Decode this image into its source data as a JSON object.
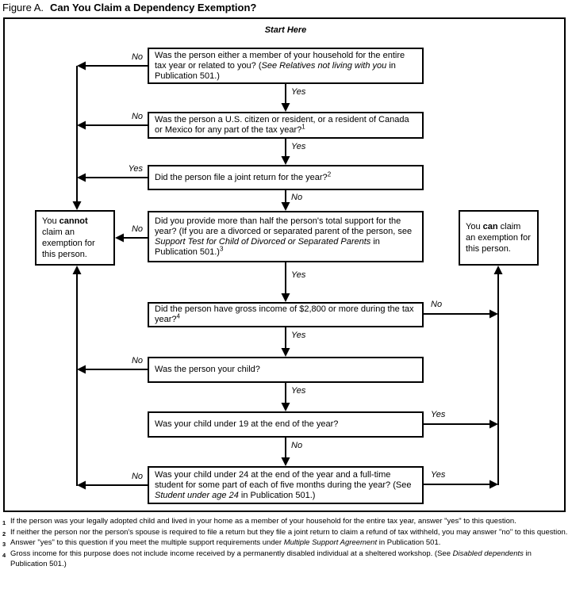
{
  "title": {
    "prefix": "Figure A.",
    "main": "Can You Claim a Dependency Exemption?"
  },
  "start_here": "Start Here",
  "questions": [
    {
      "name": "household",
      "segments": [
        {
          "t": "Was the person either a member of your household for the entire tax year or related to you? ("
        },
        {
          "t": "See Relatives not living with you",
          "i": true
        },
        {
          "t": " in Publication 501.)"
        }
      ]
    },
    {
      "name": "citizen",
      "segments": [
        {
          "t": "Was the person a U.S. citizen or resident, or a resident of Canada or Mexico for any part of the tax year?"
        },
        {
          "t": "1",
          "s": true
        }
      ]
    },
    {
      "name": "joint-return",
      "segments": [
        {
          "t": "Did the person file a joint return for the year?"
        },
        {
          "t": "2",
          "s": true
        }
      ]
    },
    {
      "name": "support",
      "segments": [
        {
          "t": "Did you provide more than half the person's total support for the year? (If you are a divorced or separated parent of the person, see "
        },
        {
          "t": "Support Test for Child of Divorced or Separated Parents",
          "i": true
        },
        {
          "t": " in Publication 501.)"
        },
        {
          "t": "3",
          "s": true
        }
      ]
    },
    {
      "name": "gross-income",
      "segments": [
        {
          "t": "Did the person have gross income of $2,800 or more during the tax year?"
        },
        {
          "t": "4",
          "s": true
        }
      ]
    },
    {
      "name": "your-child",
      "segments": [
        {
          "t": "Was the person your child?"
        }
      ]
    },
    {
      "name": "under-19",
      "segments": [
        {
          "t": "Was your child under 19 at the end of the year?"
        }
      ]
    },
    {
      "name": "under-24-student",
      "segments": [
        {
          "t": "Was your child under 24 at the end of the year and a full-time student for some part of each of five months during the year? (See "
        },
        {
          "t": "Student under age 24",
          "i": true
        },
        {
          "t": " in Publication 501.)"
        }
      ]
    }
  ],
  "results": {
    "cannot": {
      "segments": [
        {
          "t": "You "
        },
        {
          "t": "cannot",
          "b": true
        },
        {
          "t": " claim an exemption for this person."
        }
      ]
    },
    "can": {
      "segments": [
        {
          "t": "You "
        },
        {
          "t": "can",
          "b": true
        },
        {
          "t": " claim an exemption for this person."
        }
      ]
    }
  },
  "edges": {
    "q1_no": "No",
    "q1_yes": "Yes",
    "q2_no": "No",
    "q2_yes": "Yes",
    "q3_yes": "Yes",
    "q3_no": "No",
    "q4_no": "No",
    "q4_yes": "Yes",
    "q5_no": "No",
    "q5_yes": "Yes",
    "q6_no": "No",
    "q6_yes": "Yes",
    "q7_yes": "Yes",
    "q7_no": "No",
    "q8_no": "No",
    "q8_yes": "Yes"
  },
  "footnotes": [
    {
      "marker": "1",
      "segments": [
        {
          "t": "If the person was your legally adopted child and lived in your home as a member of your household for the entire tax year, answer \"yes\" to this question."
        }
      ]
    },
    {
      "marker": "2",
      "segments": [
        {
          "t": "If neither the person nor the person's spouse is required to file a return but they file a joint return to claim a refund of tax withheld, you may answer \"no\" to this question."
        }
      ]
    },
    {
      "marker": "3",
      "segments": [
        {
          "t": "Answer \"yes\" to this question if you meet the multiple support requirements under "
        },
        {
          "t": "Multiple Support Agreement",
          "i": true
        },
        {
          "t": " in Publication 501."
        }
      ]
    },
    {
      "marker": "4",
      "segments": [
        {
          "t": "Gross income for this purpose does not include income received by a permanently disabled individual at a sheltered workshop. (See "
        },
        {
          "t": "Disabled dependents",
          "i": true
        },
        {
          "t": " in Publication 501.)"
        }
      ]
    }
  ],
  "colors": {
    "line": "#000000",
    "background": "#ffffff"
  }
}
